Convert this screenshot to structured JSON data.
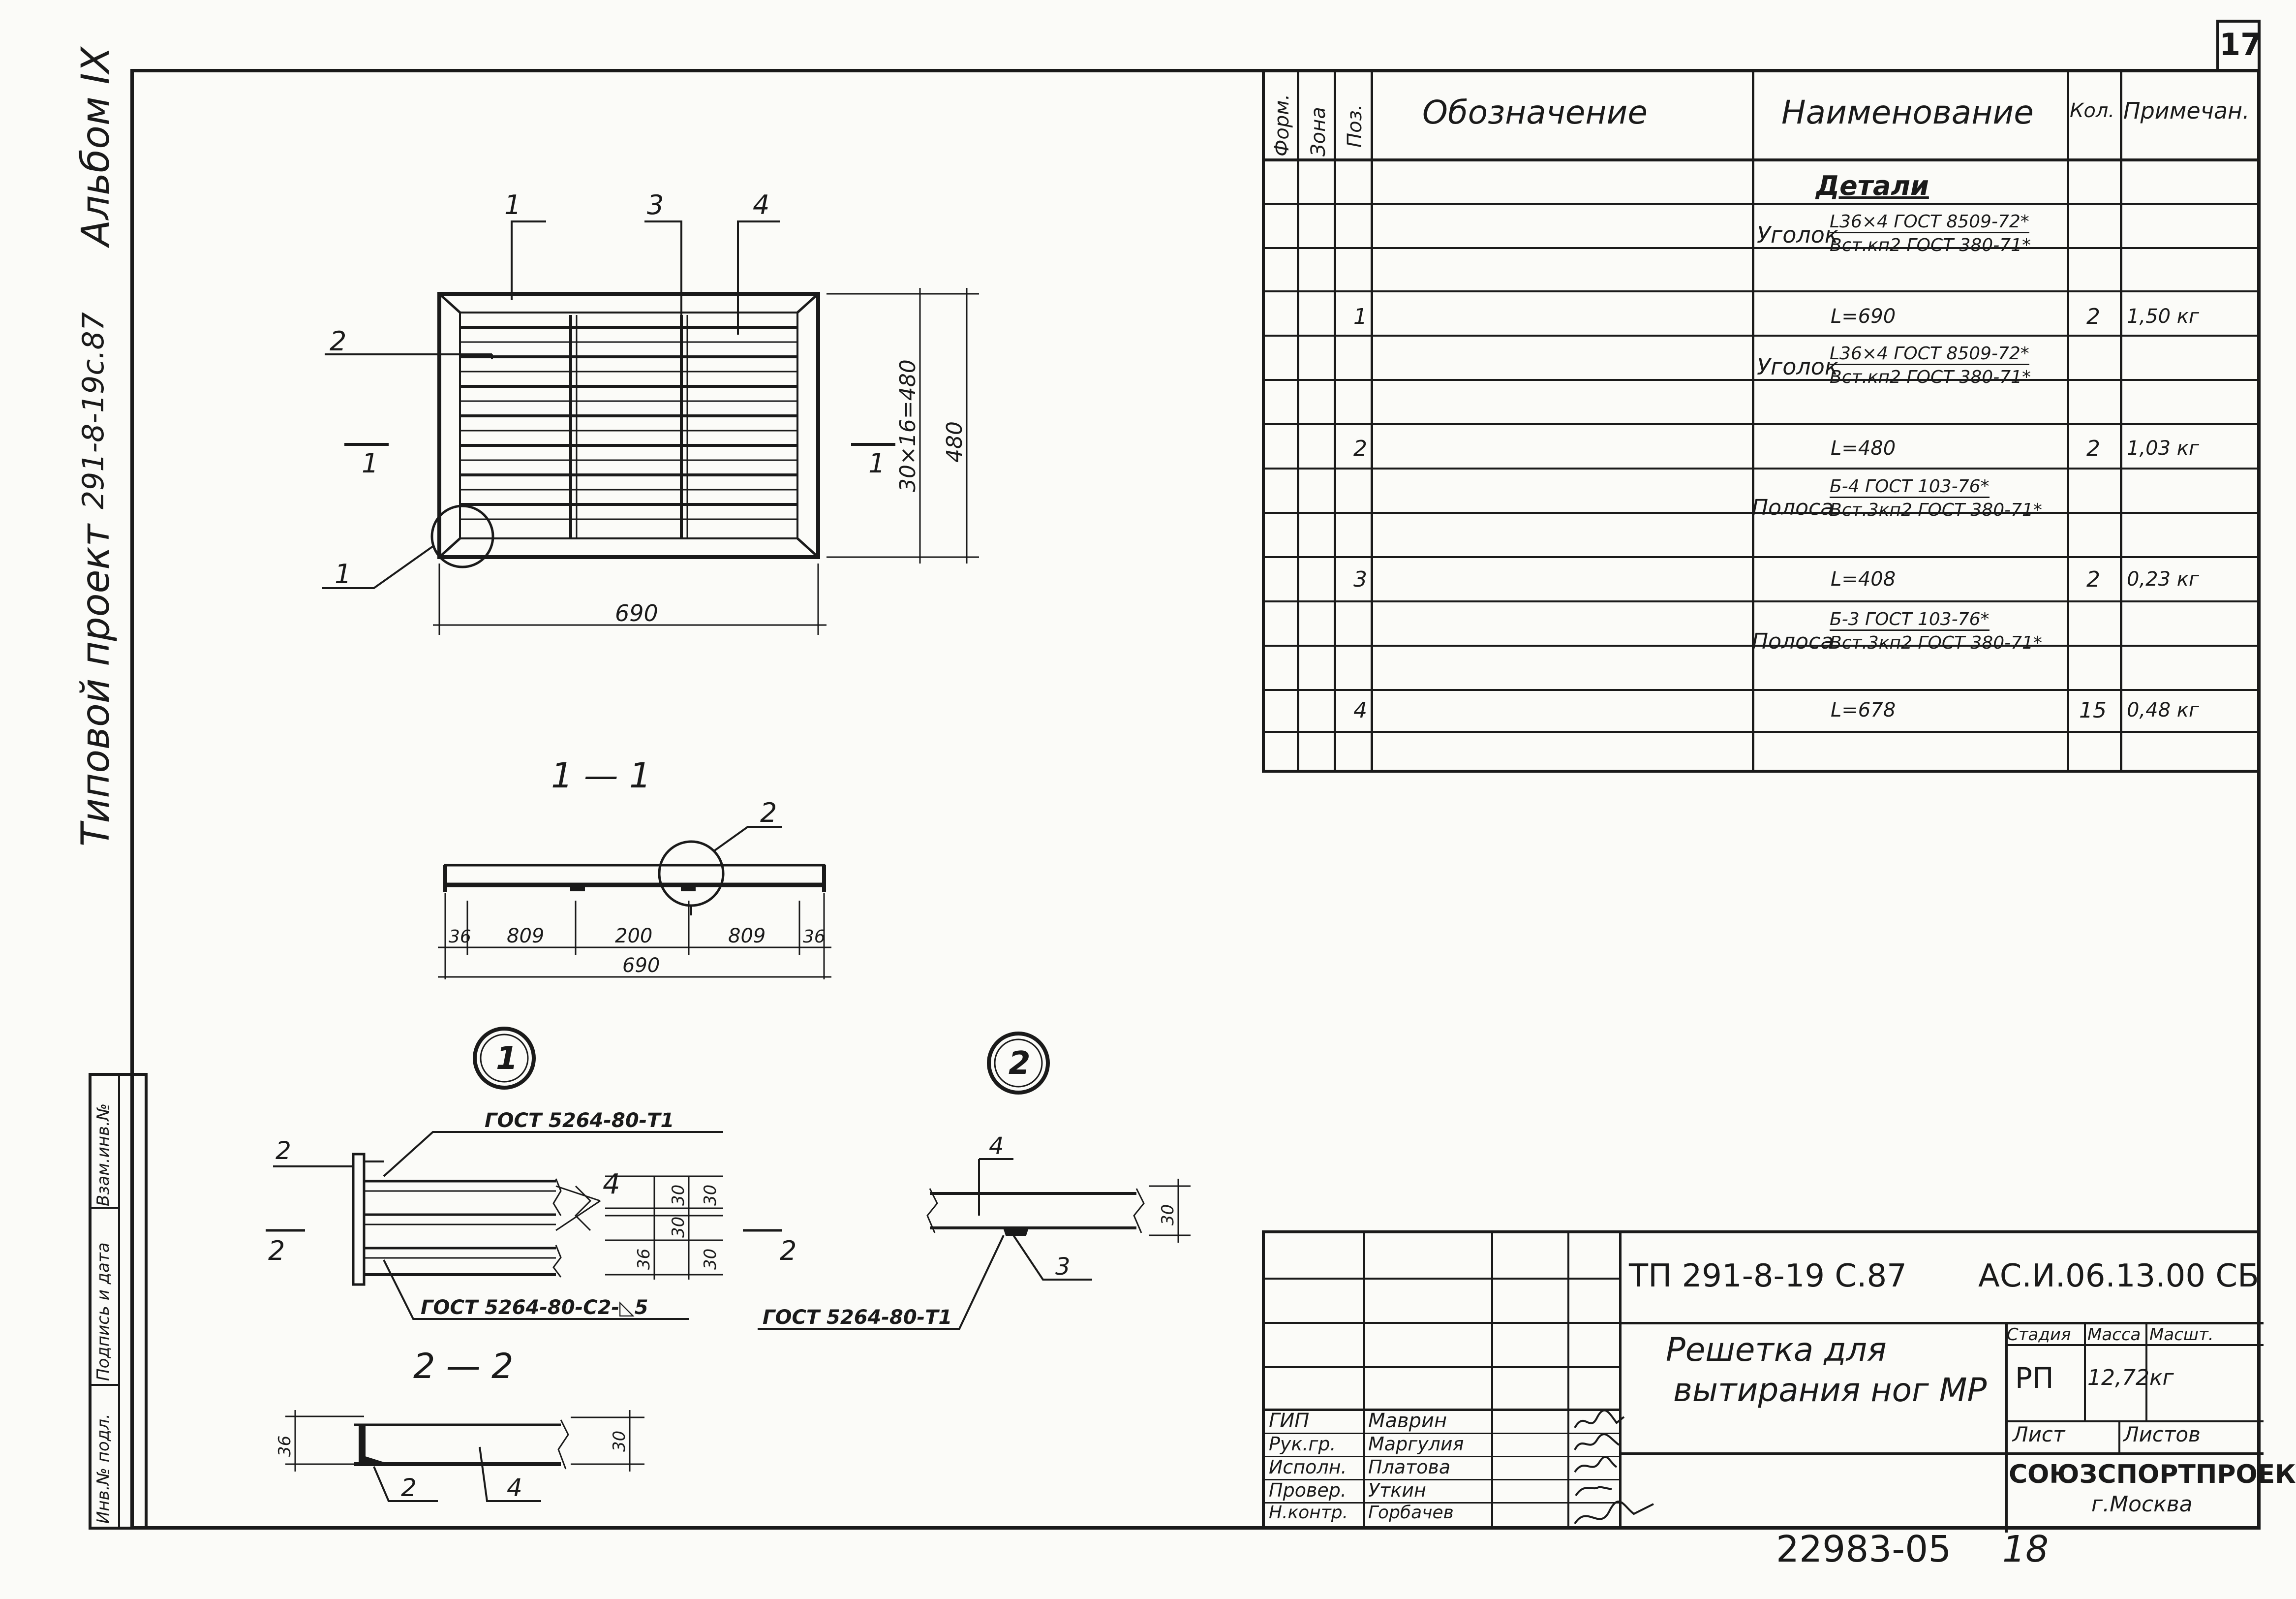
{
  "sheet_number": "17",
  "sidebar": {
    "album": "Альбом IX",
    "project_code": "291-8-19с.87",
    "project_type": "Типовой проект"
  },
  "stamp_strip": {
    "inv_no": "Инв.№ подл.",
    "signature_date": "Подпись и дата",
    "replaces": "Взам.инв.№"
  },
  "spec": {
    "headers": {
      "format": "Форм.",
      "zone": "Зона",
      "pos": "Поз.",
      "designation": "Обозначение",
      "name": "Наименование",
      "qty": "Кол.",
      "note": "Примечан."
    },
    "section_title": "Детали",
    "rows": [
      {
        "pos": "",
        "prefix": "Уголок",
        "top": "L36×4 ГОСТ 8509-72*",
        "bottom": "Вст.кп2 ГОСТ 380-71*",
        "name": "",
        "qty": "",
        "note": ""
      },
      {
        "pos": "1",
        "prefix": "",
        "top": "",
        "bottom": "",
        "name": "L=690",
        "qty": "2",
        "note": "1,50 кг"
      },
      {
        "pos": "",
        "prefix": "Уголок",
        "top": "L36×4 ГОСТ 8509-72*",
        "bottom": "Вст.кп2 ГОСТ 380-71*",
        "name": "",
        "qty": "",
        "note": ""
      },
      {
        "pos": "2",
        "prefix": "",
        "top": "",
        "bottom": "",
        "name": "L=480",
        "qty": "2",
        "note": "1,03 кг"
      },
      {
        "pos": "",
        "prefix": "Полоса",
        "top": "Б-4 ГОСТ 103-76*",
        "bottom": "Вст.3кп2 ГОСТ 380-71*",
        "name": "",
        "qty": "",
        "note": ""
      },
      {
        "pos": "3",
        "prefix": "",
        "top": "",
        "bottom": "",
        "name": "L=408",
        "qty": "2",
        "note": "0,23 кг"
      },
      {
        "pos": "",
        "prefix": "Полоса",
        "top": "Б-3 ГОСТ 103-76*",
        "bottom": "Вст.3кп2 ГОСТ 380-71*",
        "name": "",
        "qty": "",
        "note": ""
      },
      {
        "pos": "4",
        "prefix": "",
        "top": "",
        "bottom": "",
        "name": "L=678",
        "qty": "15",
        "note": "0,48 кг"
      }
    ]
  },
  "drawing": {
    "plan_labels": [
      "1",
      "3",
      "4",
      "2",
      "1"
    ],
    "plan_dim_width": "690",
    "plan_dim_inner": "30×16=480",
    "plan_dim_height": "480",
    "section_mark": "1",
    "section_1_title": "1 — 1",
    "section_1_dims": [
      "36",
      "809",
      "200",
      "809",
      "36"
    ],
    "section_1_total": "690",
    "section_1_callout": "2",
    "node_1": "1",
    "node_2": "2",
    "node_1_weld_top": "ГОСТ 5264-80-Т1",
    "node_1_weld_bottom": "ГОСТ 5264-80-С2-◺5",
    "node_1_pos_left": "2",
    "node_1_pos_right": "4",
    "node_1_dims": [
      "30",
      "30",
      "30",
      "30"
    ],
    "node_1_dim_36": "36",
    "node_1_section_mark": "2",
    "node_2_pos_top": "4",
    "node_2_pos_bottom": "3",
    "node_2_weld": "ГОСТ 5264-80-Т1",
    "node_2_dim": "30",
    "section_2_title": "2 — 2",
    "section_2_dim_left": "36",
    "section_2_dim_right": "30",
    "section_2_pos": [
      "2",
      "4"
    ]
  },
  "title_block": {
    "doc_code": "ТП 291-8-19 С.87",
    "doc_designation": "АС.И.06.13.00 СБ",
    "title_line1": "Решетка для",
    "title_line2": "вытирания ног МР",
    "stage_label": "Стадия",
    "mass_label": "Масса",
    "scale_label": "Масшт.",
    "stage": "РП",
    "mass": "12,72кг",
    "sheet_label": "Лист",
    "sheets_label": "Листов",
    "org": "СОЮЗСПОРТПРОЕКТ",
    "city": "г.Москва",
    "signers": [
      {
        "role": "ГИП",
        "name": "Маврин"
      },
      {
        "role": "Рук.гр.",
        "name": "Маргулия"
      },
      {
        "role": "Исполн.",
        "name": "Платова"
      },
      {
        "role": "Провер.",
        "name": "Уткин"
      },
      {
        "role": "Н.контр.",
        "name": "Горбачев"
      }
    ]
  },
  "footer": {
    "archive_no": "22983-05",
    "page": "18"
  }
}
